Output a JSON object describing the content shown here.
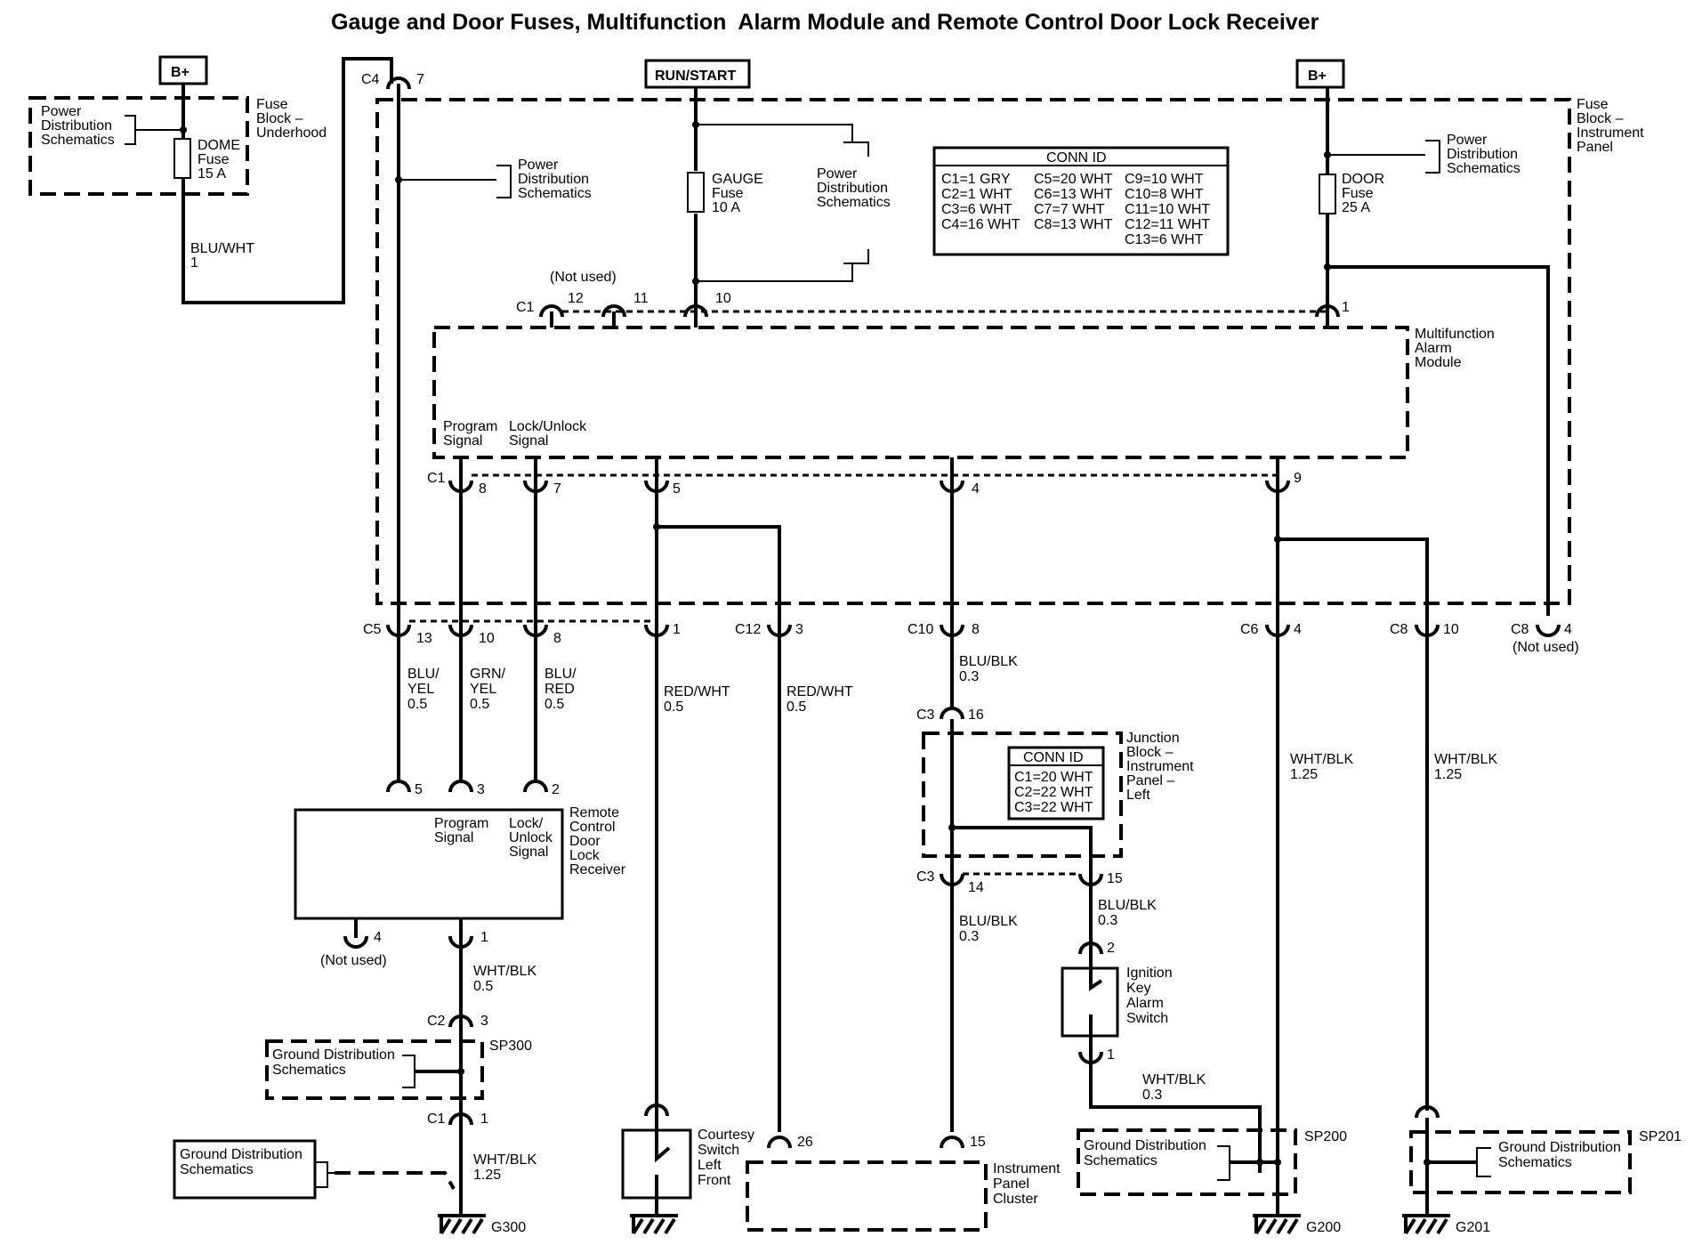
{
  "title": "Gauge and Door Fuses, Multifunction  Alarm Module and Remote Control Door Lock Receiver",
  "power": {
    "b_plus": "B+",
    "run_start": "RUN/START"
  },
  "fuses": {
    "dome": {
      "name": "DOME",
      "type": "Fuse",
      "rating": "15 A"
    },
    "gauge": {
      "name": "GAUGE",
      "type": "Fuse",
      "rating": "10 A"
    },
    "door": {
      "name": "DOOR",
      "type": "Fuse",
      "rating": "25 A"
    }
  },
  "blocks": {
    "fuse_block_underhood": [
      "Fuse",
      "Block –",
      "Underhood"
    ],
    "fuse_block_ip": [
      "Fuse",
      "Block –",
      "Instrument",
      "Panel"
    ],
    "mfam": [
      "Multifunction",
      "Alarm",
      "Module"
    ],
    "rcdl": [
      "Remote",
      "Control",
      "Door",
      "Lock",
      "Receiver"
    ],
    "junction": [
      "Junction",
      "Block –",
      "Instrument",
      "Panel –",
      "Left"
    ],
    "ipc": [
      "Instrument",
      "Panel",
      "Cluster"
    ],
    "courtesy": [
      "Courtesy",
      "Switch",
      "Left",
      "Front"
    ],
    "ignition": [
      "Ignition",
      "Key",
      "Alarm",
      "Switch"
    ]
  },
  "refs": {
    "power_dist": [
      "Power",
      "Distribution",
      "Schematics"
    ],
    "ground_dist": [
      "Ground Distribution",
      "Schematics"
    ]
  },
  "signals": {
    "program": [
      "Program",
      "Signal"
    ],
    "lock_unlock_mfam": [
      "Lock/Unlock",
      "Signal"
    ],
    "lock_unlock_rcdl": [
      "Lock/",
      "Unlock",
      "Signal"
    ]
  },
  "not_used": "(Not used)",
  "conn_id_fuse_block": {
    "title": "CONN ID",
    "col1": [
      "C1=1 GRY",
      "C2=1 WHT",
      "C3=6 WHT",
      "C4=16 WHT"
    ],
    "col2": [
      "C5=20 WHT",
      "C6=13 WHT",
      "C7=7 WHT",
      "C8=13 WHT"
    ],
    "col3": [
      "C9=10 WHT",
      "C10=8 WHT",
      "C11=10 WHT",
      "C12=11 WHT",
      "C13=6 WHT"
    ]
  },
  "conn_id_junction": {
    "title": "CONN ID",
    "rows": [
      "C1=20 WHT",
      "C2=22 WHT",
      "C3=22 WHT"
    ]
  },
  "connectors": {
    "c4_7": [
      "C4",
      "7"
    ],
    "c1_top": [
      "C1",
      "12",
      "11",
      "10",
      "1"
    ],
    "c1_mid": [
      "C1",
      "8",
      "7",
      "5",
      "4",
      "9"
    ],
    "c5": [
      "C5",
      "13",
      "10",
      "8",
      "1"
    ],
    "c12": [
      "C12",
      "3"
    ],
    "c10": [
      "C10",
      "8"
    ],
    "c6": [
      "C6",
      "4"
    ],
    "c8a": [
      "C8",
      "10"
    ],
    "c8b": [
      "C8",
      "4"
    ],
    "c3_16": [
      "C3",
      "16"
    ],
    "c3_bottom": [
      "C3",
      "14",
      "15"
    ],
    "rcdl_pins": [
      "5",
      "3",
      "2",
      "4",
      "1"
    ],
    "c2_3": [
      "C2",
      "3"
    ],
    "c1_1": [
      "C1",
      "1"
    ],
    "ign_pins": [
      "2",
      "1"
    ],
    "ipc_pins": [
      "26",
      "15"
    ]
  },
  "wires": {
    "blu_wht_1": [
      "BLU/WHT",
      "1"
    ],
    "blu_yel": [
      "BLU/",
      "YEL",
      "0.5"
    ],
    "grn_yel": [
      "GRN/",
      "YEL",
      "0.5"
    ],
    "blu_red": [
      "BLU/",
      "RED",
      "0.5"
    ],
    "red_wht_1": [
      "RED/WHT",
      "0.5"
    ],
    "red_wht_2": [
      "RED/WHT",
      "0.5"
    ],
    "blu_blk_a": [
      "BLU/BLK",
      "0.3"
    ],
    "blu_blk_b": [
      "BLU/BLK",
      "0.3"
    ],
    "blu_blk_c": [
      "BLU/BLK",
      "0.3"
    ],
    "wht_blk_125a": [
      "WHT/BLK",
      "1.25"
    ],
    "wht_blk_125b": [
      "WHT/BLK",
      "1.25"
    ],
    "wht_blk_05": [
      "WHT/BLK",
      "0.5"
    ],
    "wht_blk_125c": [
      "WHT/BLK",
      "1.25"
    ],
    "wht_blk_03": [
      "WHT/BLK",
      "0.3"
    ]
  },
  "splices": {
    "sp300": "SP300",
    "sp200": "SP200",
    "sp201": "SP201"
  },
  "grounds": {
    "g300": "G300",
    "g200": "G200",
    "g201": "G201"
  }
}
